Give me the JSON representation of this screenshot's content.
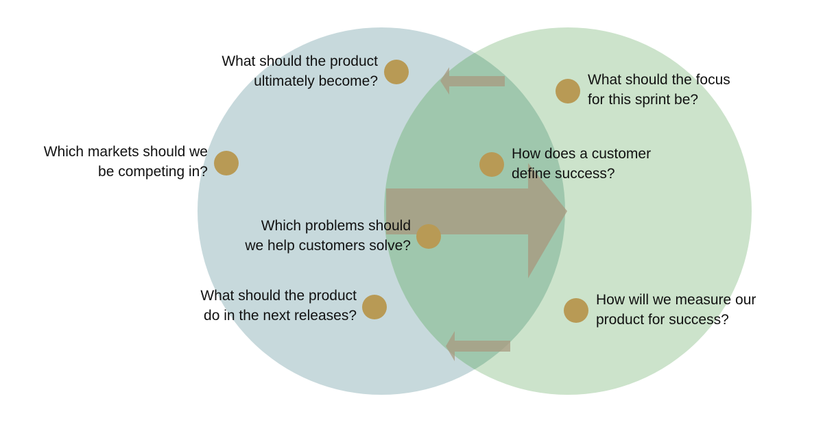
{
  "colors": {
    "left_circle": "#c7d9dc",
    "right_circle": "#cce3cb",
    "overlap": "#9fc7ad",
    "dot": "#b89a55",
    "arrow": "#a89a80",
    "text": "#111111"
  },
  "questions": [
    {
      "id": "q1",
      "lines": [
        "What should the product",
        "ultimately become?"
      ],
      "align": "right"
    },
    {
      "id": "q2",
      "lines": [
        "Which markets should we",
        "be competing in?"
      ],
      "align": "right"
    },
    {
      "id": "q3",
      "lines": [
        "Which problems should",
        "we help customers solve?"
      ],
      "align": "right"
    },
    {
      "id": "q4",
      "lines": [
        "What should the product",
        "do in the next releases?"
      ],
      "align": "right"
    },
    {
      "id": "q5",
      "lines": [
        "What should the focus",
        "for this sprint be?"
      ],
      "align": "left"
    },
    {
      "id": "q6",
      "lines": [
        "How does a customer",
        "define success?"
      ],
      "align": "left"
    },
    {
      "id": "q7",
      "lines": [
        "How will we measure our",
        "product for success?"
      ],
      "align": "left"
    }
  ]
}
